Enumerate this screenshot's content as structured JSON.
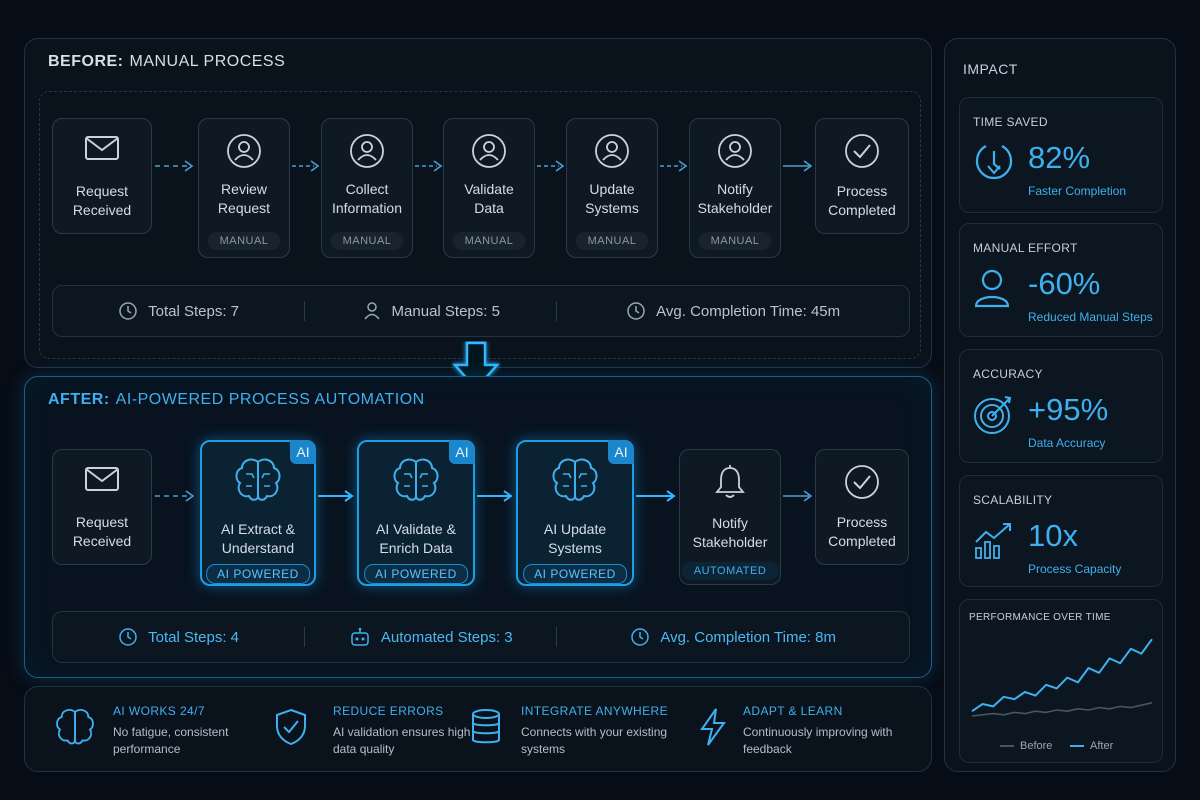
{
  "before": {
    "title_bold": "BEFORE:",
    "title_rest": "MANUAL PROCESS",
    "steps": [
      {
        "label": "Request\nReceived",
        "icon": "mail-icon",
        "tag": ""
      },
      {
        "label": "Review\nRequest",
        "icon": "user-icon",
        "tag": "MANUAL"
      },
      {
        "label": "Collect\nInformation",
        "icon": "user-icon",
        "tag": "MANUAL"
      },
      {
        "label": "Validate\nData",
        "icon": "user-icon",
        "tag": "MANUAL"
      },
      {
        "label": "Update\nSystems",
        "icon": "user-icon",
        "tag": "MANUAL"
      },
      {
        "label": "Notify\nStakeholder",
        "icon": "user-icon",
        "tag": "MANUAL"
      },
      {
        "label": "Process\nCompleted",
        "icon": "check-circle-icon",
        "tag": ""
      }
    ],
    "stats": {
      "total_steps": "Total Steps: 7",
      "manual_steps": "Manual Steps: 5",
      "avg_time": "Avg. Completion Time: 45m"
    }
  },
  "after": {
    "title_bold": "AFTER:",
    "title_rest": "AI-POWERED PROCESS AUTOMATION",
    "steps": [
      {
        "label": "Request\nReceived",
        "icon": "mail-icon",
        "tag": ""
      },
      {
        "label": "AI Extract &\nUnderstand",
        "icon": "brain-icon",
        "tag": "AI POWERED",
        "badge": "AI"
      },
      {
        "label": "AI Validate &\nEnrich Data",
        "icon": "brain-icon",
        "tag": "AI POWERED",
        "badge": "AI"
      },
      {
        "label": "AI Update\nSystems",
        "icon": "brain-icon",
        "tag": "AI POWERED",
        "badge": "AI"
      },
      {
        "label": "Notify\nStakeholder",
        "icon": "bell-icon",
        "tag": "AUTOMATED"
      },
      {
        "label": "Process\nCompleted",
        "icon": "check-circle-icon",
        "tag": ""
      }
    ],
    "stats": {
      "total_steps": "Total Steps: 4",
      "automated_steps": "Automated Steps: 3",
      "avg_time": "Avg. Completion Time: 8m"
    }
  },
  "benefits": [
    {
      "title": "AI WORKS 24/7",
      "desc": "No fatigue, consistent performance",
      "icon": "brain-icon"
    },
    {
      "title": "REDUCE ERRORS",
      "desc": "AI validation ensures high data quality",
      "icon": "shield-check-icon"
    },
    {
      "title": "INTEGRATE ANYWHERE",
      "desc": "Connects with your existing systems",
      "icon": "database-icon"
    },
    {
      "title": "ADAPT & LEARN",
      "desc": "Continuously improving with feedback",
      "icon": "lightning-icon"
    }
  ],
  "impact": {
    "title": "IMPACT",
    "metrics": [
      {
        "title": "TIME SAVED",
        "value": "82%",
        "sub": "Faster Completion",
        "icon": "clock-down-icon"
      },
      {
        "title": "MANUAL EFFORT",
        "value": "-60%",
        "sub": "Reduced Manual Steps",
        "icon": "user-icon"
      },
      {
        "title": "ACCURACY",
        "value": "+95%",
        "sub": "Data Accuracy",
        "icon": "target-icon"
      },
      {
        "title": "SCALABILITY",
        "value": "10x",
        "sub": "Process Capacity",
        "icon": "growth-chart-icon"
      }
    ],
    "performance": {
      "title": "PERFORMANCE OVER TIME",
      "legend_before": "Before",
      "legend_after": "After"
    }
  },
  "colors": {
    "accent": "#3fb0ef",
    "background": "#070d16",
    "muted_line": "#4a5562"
  },
  "chart_data": {
    "type": "line",
    "title": "PERFORMANCE OVER TIME",
    "x": [
      1,
      2,
      3,
      4,
      5,
      6,
      7,
      8,
      9,
      10,
      11,
      12,
      13,
      14,
      15,
      16,
      17,
      18
    ],
    "series": [
      {
        "name": "Before",
        "values": [
          10,
          11,
          12,
          11,
          13,
          12,
          14,
          13,
          15,
          14,
          16,
          15,
          17,
          16,
          18,
          17,
          19,
          21
        ]
      },
      {
        "name": "After",
        "values": [
          14,
          20,
          18,
          26,
          24,
          30,
          27,
          36,
          33,
          42,
          38,
          50,
          46,
          58,
          54,
          66,
          62,
          74
        ]
      }
    ],
    "grid": false,
    "legend": "bottom"
  }
}
